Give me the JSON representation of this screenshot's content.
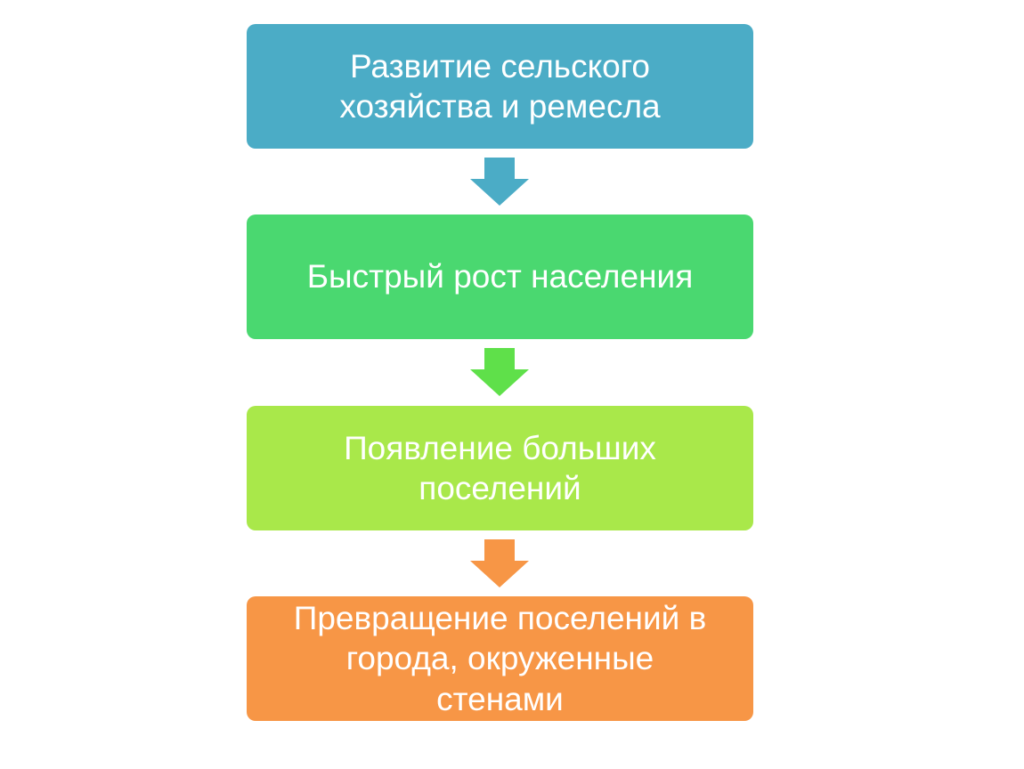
{
  "steps": [
    {
      "label": "Развитие сельского\nхозяйства и ремесла",
      "color": "#4bacc6"
    },
    {
      "label": "Быстрый рост населения",
      "color": "#4ad870"
    },
    {
      "label": "Появление больших\nпоселений",
      "color": "#a9e84a"
    },
    {
      "label": "Превращение поселений в\nгорода, окруженные\nстенами",
      "color": "#f79646"
    }
  ],
  "arrows": [
    {
      "icon": "down-arrow-icon",
      "color": "#4bacc6"
    },
    {
      "icon": "down-arrow-icon",
      "color": "#5fe04a"
    },
    {
      "icon": "down-arrow-icon",
      "color": "#f79646"
    }
  ]
}
